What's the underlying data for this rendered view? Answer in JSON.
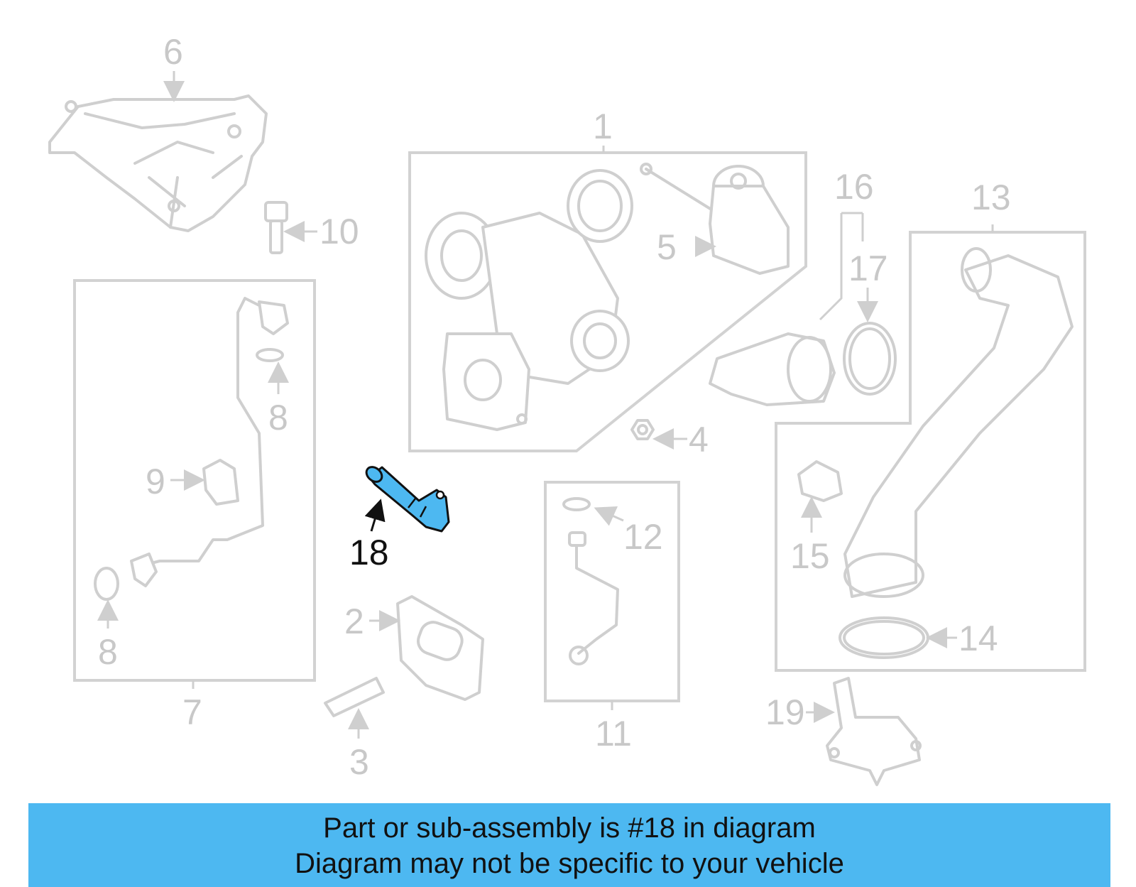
{
  "callouts": {
    "c1": "1",
    "c2": "2",
    "c3": "3",
    "c4": "4",
    "c5": "5",
    "c6": "6",
    "c7": "7",
    "c8a": "8",
    "c8b": "8",
    "c9": "9",
    "c10": "10",
    "c11": "11",
    "c12": "12",
    "c13": "13",
    "c14": "14",
    "c15": "15",
    "c16": "16",
    "c17": "17",
    "c18": "18",
    "c19": "19"
  },
  "highlight": {
    "part_number": "18",
    "color": "#4db8f1"
  },
  "banner": {
    "line1": "Part or sub-assembly is #18 in diagram",
    "line2": "Diagram may not be specific to your vehicle",
    "color": "#4db8f1"
  }
}
